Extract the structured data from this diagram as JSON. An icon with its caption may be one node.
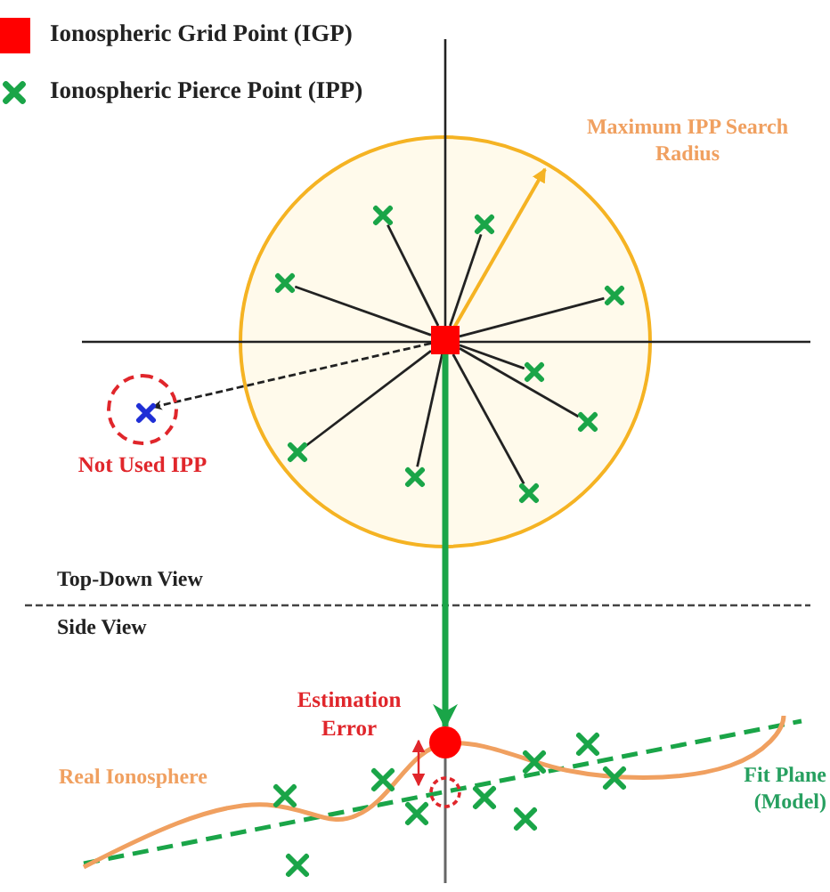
{
  "diagram": {
    "nodes": [
      {
        "text": [],
        "shape": "box"
      },
      {
        "text": [],
        "shape": "cross"
      },
      {
        "text": [],
        "shape": "cross"
      },
      {
        "text": [],
        "shape": "cross"
      },
      {
        "text": [],
        "shape": "cross"
      },
      {
        "text": [],
        "shape": "cross"
      },
      {
        "text": [],
        "shape": "cross"
      },
      {
        "text": [],
        "shape": "cross"
      },
      {
        "text": [],
        "shape": "cross"
      },
      {
        "text": [],
        "shape": "cross"
      },
      {
        "text": [],
        "shape": "circle",
        "beside": [
          "Not Used IPP"
        ]
      },
      {
        "text": [],
        "shape": "cross",
        "in": 10
      },
      {
        "text": [],
        "shape": "circle"
      }
    ],
    "edges": [
      {
        "from": 0,
        "to": 1,
        "arrow": "none"
      },
      {
        "from": 0,
        "to": 2,
        "arrow": "none"
      },
      {
        "from": 0,
        "to": 3,
        "arrow": "none"
      },
      {
        "from": 0,
        "to": 4,
        "arrow": "none"
      },
      {
        "from": 0,
        "to": 5,
        "arrow": "none"
      },
      {
        "from": 0,
        "to": 6,
        "arrow": "none"
      },
      {
        "from": 0,
        "to": 7,
        "arrow": "none"
      },
      {
        "from": 0,
        "to": 8,
        "arrow": "none"
      },
      {
        "from": 0,
        "to": 9,
        "arrow": "none"
      },
      {
        "from": 0,
        "to": 11,
        "arrow": "to",
        "style": "dashed"
      },
      {
        "from": 0,
        "to": 12,
        "arrow": "to",
        "style": "thick",
        "color": "#1aa548"
      }
    ],
    "labels": [
      "Maximum IPP Search Radius",
      "Top-Down View",
      "Side View",
      "Estimation Error",
      "Real Ionosphere",
      "Fit Plane (Model)"
    ],
    "legend": [
      {
        "text": "Ionospheric Grid Point (IGP)",
        "color": "#ff0000"
      },
      {
        "text": "Ionospheric Pierce Point (IPP)"
      }
    ]
  }
}
